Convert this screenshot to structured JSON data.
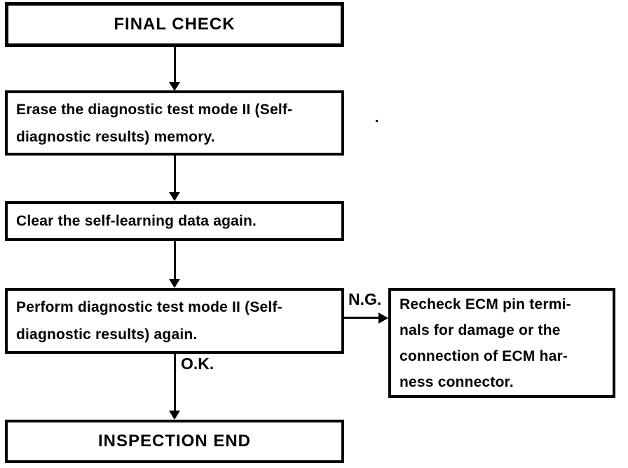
{
  "diagram": {
    "title_box": "FINAL CHECK",
    "steps": {
      "erase_line1": "Erase the diagnostic test mode II (Self-",
      "erase_line2": "diagnostic results) memory.",
      "clear": "Clear the self-learning data again.",
      "perform_line1": "Perform diagnostic test mode II (Self-",
      "perform_line2": "diagnostic results) again.",
      "recheck_line1": "Recheck ECM pin termi-",
      "recheck_line2": "nals for damage or the",
      "recheck_line3": "connection of ECM har-",
      "recheck_line4": "ness connector.",
      "end_box": "INSPECTION END"
    },
    "edge_labels": {
      "ng": "N.G.",
      "ok": "O.K."
    },
    "colors": {
      "ink": "#000000",
      "paper": "#ffffff"
    }
  }
}
